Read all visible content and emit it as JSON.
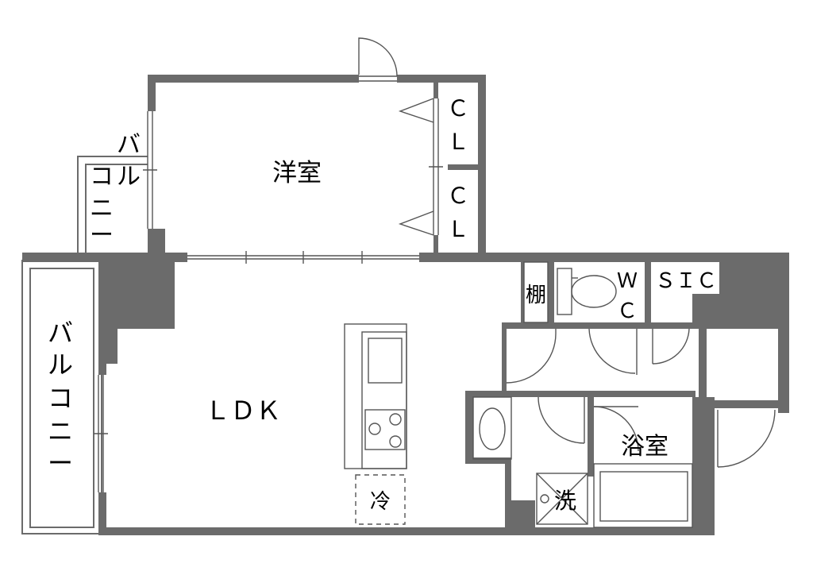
{
  "rooms": {
    "western_room": "洋室",
    "ldk": "ＬＤＫ",
    "bath": "浴室",
    "closet_1_line1": "Ｃ",
    "closet_1_line2": "Ｌ",
    "closet_2_line1": "Ｃ",
    "closet_2_line2": "Ｌ",
    "shelf": "棚",
    "wc_line1": "Ｗ",
    "wc_line2": "Ｃ",
    "sic": "ＳＩＣ",
    "fridge": "冷",
    "washer": "洗",
    "balcony_small": [
      "バ",
      "ル",
      "コ",
      "ニ",
      "ー"
    ],
    "balcony_large": [
      "バ",
      "ル",
      "コ",
      "ニ",
      "ー"
    ]
  }
}
